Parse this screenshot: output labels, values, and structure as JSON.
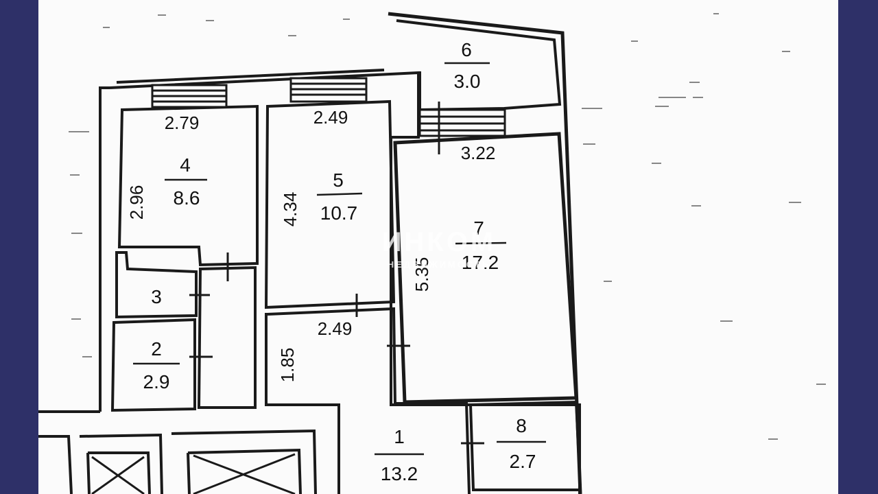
{
  "colors": {
    "frame": "#2e3068",
    "paper": "#fbfbfb",
    "wall": "#1a1a1a"
  },
  "watermark": {
    "brand": "ИНКОМ",
    "tagline": "НЕДВИЖИМОСТЬ"
  },
  "rooms": [
    {
      "id": "1",
      "number": "1",
      "area": "13.2"
    },
    {
      "id": "2",
      "number": "2",
      "area": "2.9"
    },
    {
      "id": "3",
      "number": "3"
    },
    {
      "id": "4",
      "number": "4",
      "area": "8.6"
    },
    {
      "id": "5",
      "number": "5",
      "area": "10.7"
    },
    {
      "id": "6",
      "number": "6",
      "area": "3.0"
    },
    {
      "id": "7",
      "number": "7",
      "area": "17.2"
    },
    {
      "id": "8",
      "number": "8",
      "area": "2.7"
    }
  ],
  "dimensions": {
    "room4_width": "2.79",
    "room4_height": "2.96",
    "room5_width": "2.49",
    "room5_height": "4.34",
    "room7_width": "3.22",
    "room7_height": "5.35",
    "hall_width": "2.49",
    "hall_height": "1.85"
  }
}
